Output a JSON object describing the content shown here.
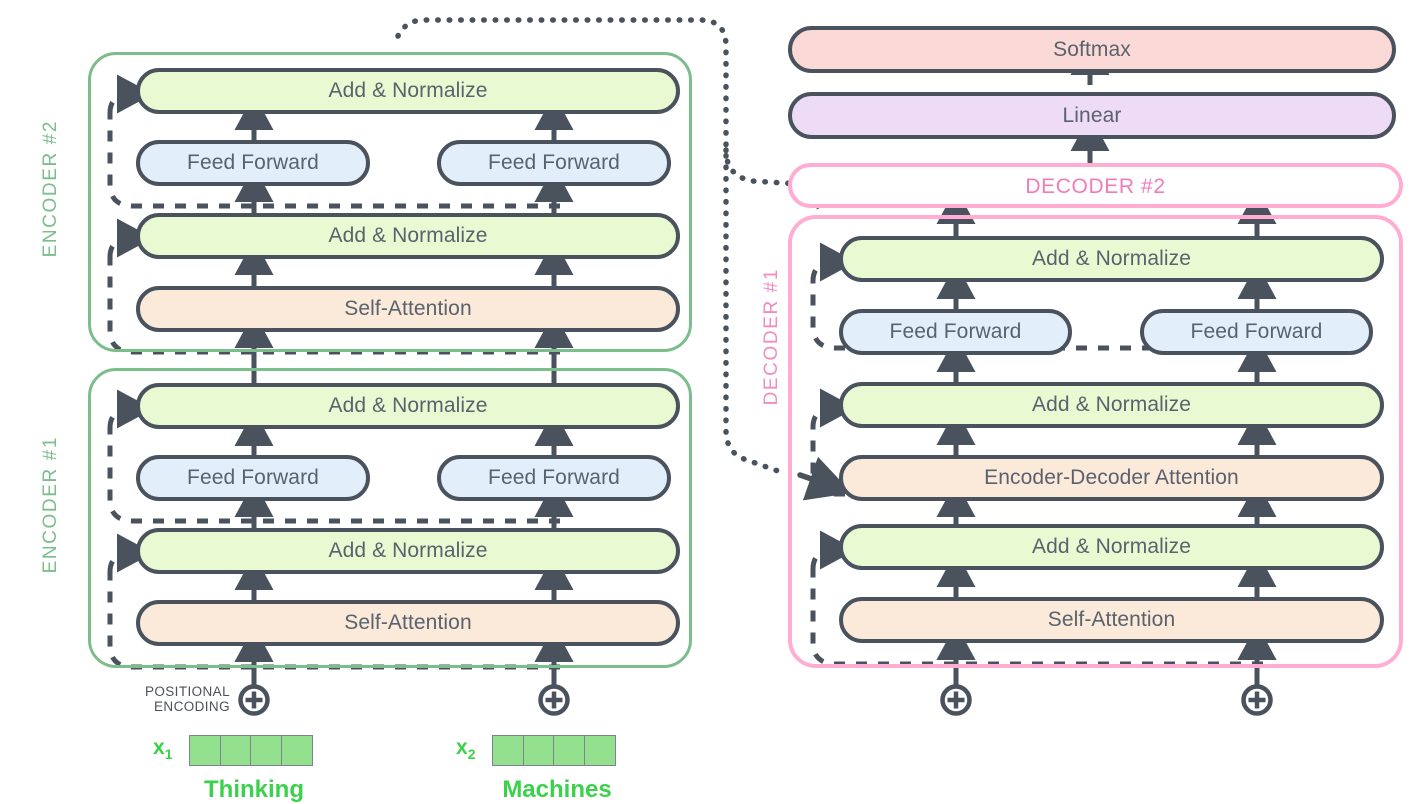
{
  "diagram": {
    "title": "Transformer encoder-decoder architecture",
    "colors": {
      "green_fill": "#e9fad2",
      "blue_fill": "#e2effb",
      "orange_fill": "#fbe9d9",
      "pink_fill": "#fbd9d6",
      "purple_fill": "#eedcf6",
      "stroke": "#4a525e",
      "encoder_outline": "#7cbd8c",
      "decoder_outline": "#ffadd2",
      "decoder_text": "#f07cb8",
      "word_green": "#3bd14c",
      "vector_cell": "#93e08f"
    }
  },
  "encoder_stack": {
    "blocks": [
      {
        "label": "ENCODER #2",
        "rows": [
          {
            "type": "add_norm",
            "label": "Add & Normalize",
            "span": "full"
          },
          {
            "type": "feed_forward",
            "label": "Feed Forward",
            "span": "half",
            "count": 2
          },
          {
            "type": "add_norm",
            "label": "Add & Normalize",
            "span": "full"
          },
          {
            "type": "self_attention",
            "label": "Self-Attention",
            "span": "full"
          }
        ]
      },
      {
        "label": "ENCODER #1",
        "rows": [
          {
            "type": "add_norm",
            "label": "Add & Normalize",
            "span": "full"
          },
          {
            "type": "feed_forward",
            "label": "Feed Forward",
            "span": "half",
            "count": 2
          },
          {
            "type": "add_norm",
            "label": "Add & Normalize",
            "span": "full"
          },
          {
            "type": "self_attention",
            "label": "Self-Attention",
            "span": "full"
          }
        ]
      }
    ]
  },
  "decoder_stack": {
    "output_layers": [
      {
        "label": "Softmax",
        "color": "pink"
      },
      {
        "label": "Linear",
        "color": "purple"
      }
    ],
    "decoder2_label": "DECODER #2",
    "decoder1": {
      "label": "DECODER #1",
      "rows": [
        {
          "type": "add_norm",
          "label": "Add & Normalize",
          "span": "full"
        },
        {
          "type": "feed_forward",
          "label": "Feed Forward",
          "span": "half",
          "count": 2
        },
        {
          "type": "add_norm",
          "label": "Add & Normalize",
          "span": "full"
        },
        {
          "type": "enc_dec_attention",
          "label": "Encoder-Decoder Attention",
          "span": "full"
        },
        {
          "type": "add_norm",
          "label": "Add & Normalize",
          "span": "full"
        },
        {
          "type": "self_attention",
          "label": "Self-Attention",
          "span": "full"
        }
      ]
    }
  },
  "inputs": {
    "positional_encoding_caption_line1": "POSITIONAL",
    "positional_encoding_caption_line2": "ENCODING",
    "plus_icon": "plus-circle-icon",
    "tokens": [
      {
        "vector_label": "x",
        "vector_subscript": "1",
        "word": "Thinking",
        "cells": 4
      },
      {
        "vector_label": "x",
        "vector_subscript": "2",
        "word": "Machines",
        "cells": 4
      }
    ]
  }
}
